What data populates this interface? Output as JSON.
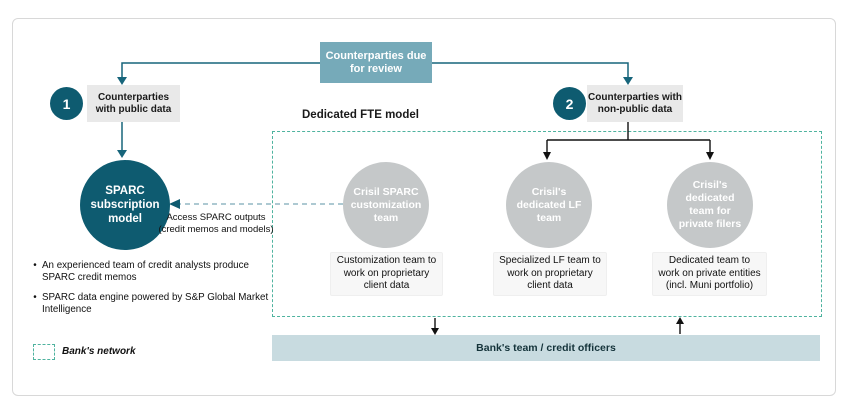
{
  "colors": {
    "dark-teal": "#0e5b70",
    "mid-teal": "#76aab9",
    "line-teal": "#17657b",
    "dash-green": "#4fb39f",
    "dash-blue": "#92b7c4",
    "circle-gray": "#c5c8c9",
    "box-gray": "#e9e9e9",
    "bar-blue": "#c8dbe0"
  },
  "top_box": {
    "label": "Counterparties due for review"
  },
  "branch1": {
    "number": "1",
    "label": "Counterparties with public data"
  },
  "branch2": {
    "number": "2",
    "label": "Counterparties with non-public data"
  },
  "sparc": {
    "label": "SPARC subscription model"
  },
  "access_note": "Access SPARC outputs (credit memos and models)",
  "fte_model": {
    "title": "Dedicated FTE model",
    "teams": [
      {
        "circle": "Crisil SPARC customization team",
        "desc": "Customization team to work on proprietary client data"
      },
      {
        "circle": "Crisil's dedicated LF team",
        "desc": "Specialized LF team to work on proprietary client data"
      },
      {
        "circle": "Crisil's dedicated team for private filers",
        "desc": "Dedicated team to work on private entities (incl. Muni portfolio)"
      }
    ]
  },
  "bullets": [
    "An experienced team of credit analysts produce SPARC credit memos",
    "SPARC data engine powered by S&P Global Market Intelligence"
  ],
  "bottom_bar": {
    "label": "Bank's team / credit officers"
  },
  "legend": {
    "label": "Bank's network"
  }
}
